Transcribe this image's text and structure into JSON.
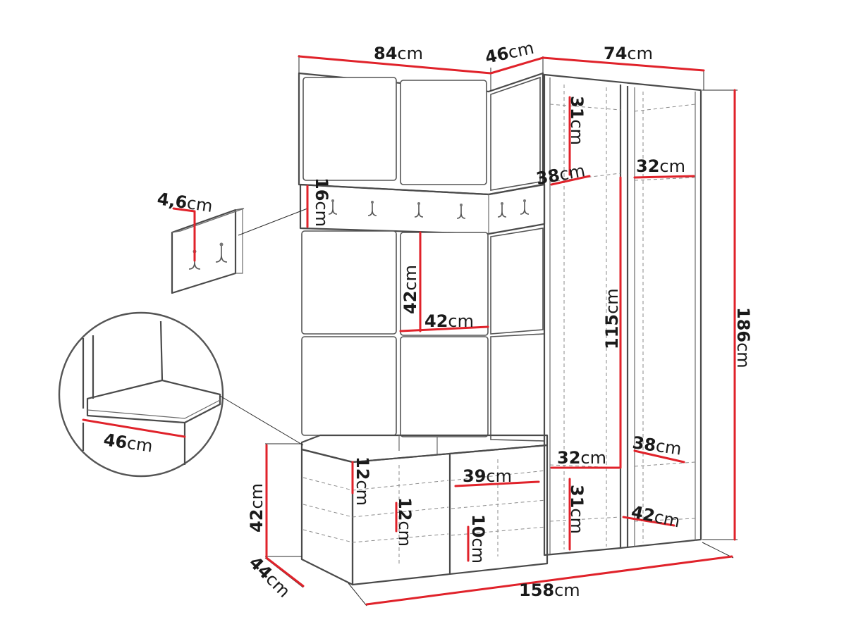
{
  "dimensions": {
    "top_width_left": {
      "value": "84",
      "unit": "cm"
    },
    "top_width_corner": {
      "value": "46",
      "unit": "cm"
    },
    "top_width_right": {
      "value": "74",
      "unit": "cm"
    },
    "total_height": {
      "value": "186",
      "unit": "cm"
    },
    "total_width": {
      "value": "158",
      "unit": "cm"
    },
    "bench_depth": {
      "value": "44",
      "unit": "cm"
    },
    "bench_height": {
      "value": "42",
      "unit": "cm"
    },
    "hook_bar_height": {
      "value": "16",
      "unit": "cm"
    },
    "panel_height": {
      "value": "42",
      "unit": "cm"
    },
    "panel_width": {
      "value": "42",
      "unit": "cm"
    },
    "wardrobe_inner_height": {
      "value": "115",
      "unit": "cm"
    },
    "top_shelf_height": {
      "value": "31",
      "unit": "cm"
    },
    "top_shelf_depth": {
      "value": "38",
      "unit": "cm"
    },
    "right_shelf_depth": {
      "value": "32",
      "unit": "cm"
    },
    "lower_shelf_depth_left": {
      "value": "32",
      "unit": "cm"
    },
    "lower_shelf_depth_right": {
      "value": "38",
      "unit": "cm"
    },
    "bottom_compartment_height": {
      "value": "31",
      "unit": "cm"
    },
    "bottom_right_depth": {
      "value": "42",
      "unit": "cm"
    },
    "bench_shelf_1": {
      "value": "12",
      "unit": "cm"
    },
    "bench_shelf_2": {
      "value": "12",
      "unit": "cm"
    },
    "bench_shelf_width": {
      "value": "39",
      "unit": "cm"
    },
    "bench_shelf_3": {
      "value": "10",
      "unit": "cm"
    },
    "hook_depth": {
      "value": "4,6",
      "unit": "cm"
    },
    "seat_depth": {
      "value": "46",
      "unit": "cm"
    }
  },
  "colors": {
    "dimension_line": "#e0222a",
    "outline": "#4a4a4a",
    "text": "#1a1a1a"
  },
  "icons": [
    "double-hook-icon"
  ]
}
